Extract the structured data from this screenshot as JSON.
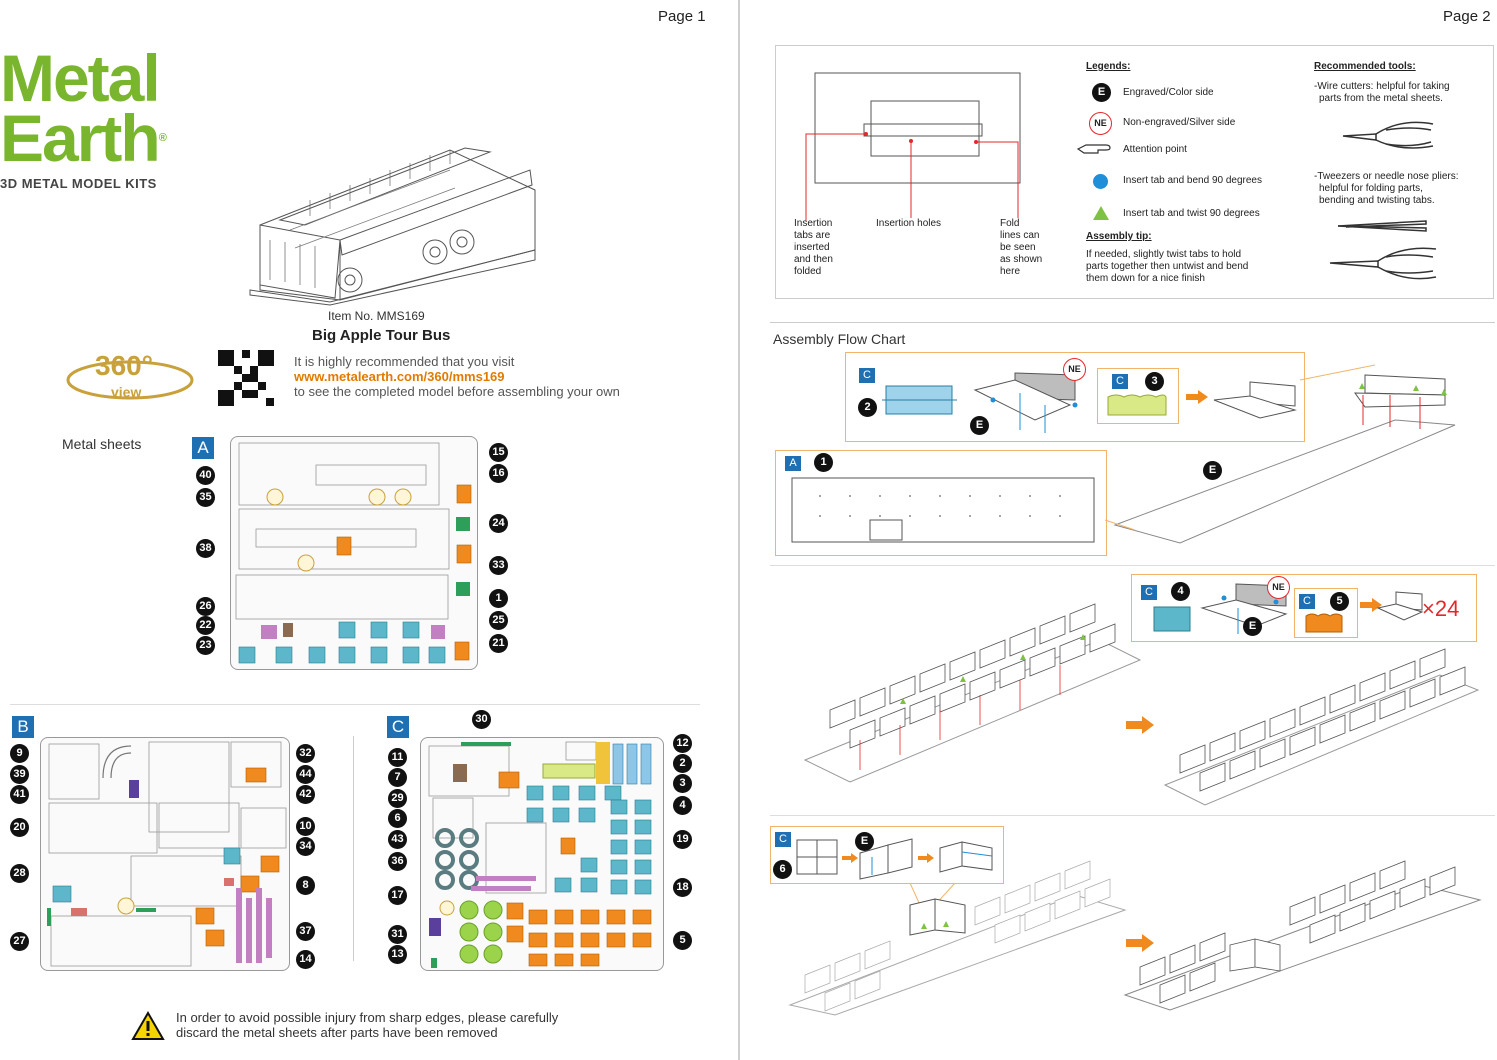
{
  "page1": {
    "page_label": "Page 1",
    "logo_line1": "Metal",
    "logo_line2": "Earth",
    "logo_reg": "®",
    "tagline": "3D METAL MODEL KITS",
    "item_no": "Item  No.  MMS169",
    "product_name": "Big Apple Tour Bus",
    "badge_360": "360°",
    "badge_view": "view",
    "recommend_line1": "It is highly recommended that you visit",
    "recommend_url": "www.metalearth.com/360/mms169",
    "recommend_line2": "to see the completed model before assembling your own",
    "metal_sheets_label": "Metal sheets",
    "sheet_a_label": "A",
    "sheet_b_label": "B",
    "sheet_c_label": "C",
    "sheet_a_numbers": [
      "40",
      "35",
      "38",
      "26",
      "22",
      "23",
      "15",
      "16",
      "24",
      "33",
      "1",
      "25",
      "21"
    ],
    "sheet_b_numbers": [
      "9",
      "39",
      "41",
      "20",
      "28",
      "27",
      "32",
      "44",
      "42",
      "10",
      "34",
      "8",
      "37",
      "14"
    ],
    "sheet_c_numbers": [
      "30",
      "11",
      "7",
      "29",
      "6",
      "43",
      "36",
      "17",
      "31",
      "13",
      "12",
      "2",
      "3",
      "4",
      "19",
      "18",
      "5"
    ],
    "warning_line1": "In order to avoid possible injury from sharp edges, please carefully",
    "warning_line2": "discard the metal sheets after parts have been removed"
  },
  "page2": {
    "page_label": "Page 2",
    "legend_title": "Legends:",
    "legend_e": "E",
    "legend_e_text": "Engraved/Color side",
    "legend_ne": "NE",
    "legend_ne_text": "Non-engraved/Silver side",
    "legend_attention": "Attention point",
    "legend_blue": "Insert tab and bend 90 degrees",
    "legend_green": "Insert tab and twist 90 degrees",
    "assembly_tip_title": "Assembly tip:",
    "assembly_tip_l1": "If needed, slightly twist tabs to hold",
    "assembly_tip_l2": "parts together then untwist and bend",
    "assembly_tip_l3": "them down for a nice finish",
    "tools_title": "Recommended tools:",
    "tool1_l1": "-Wire cutters: helpful for taking",
    "tool1_l2": "parts from the metal sheets.",
    "tool2_l1": "-Tweezers or needle nose pliers:",
    "tool2_l2": "helpful for folding parts,",
    "tool2_l3": "bending and twisting tabs.",
    "diag_tabs": [
      "Insertion",
      "tabs are",
      "inserted",
      "and then",
      "folded"
    ],
    "diag_holes": "Insertion holes",
    "diag_fold": [
      "Fold",
      "lines can",
      "be seen",
      "as shown",
      "here"
    ],
    "flow_title": "Assembly Flow Chart",
    "step1_c": "C",
    "step1_n2": "2",
    "step1_n3": "3",
    "step1_ne": "NE",
    "step1_e": "E",
    "step2_a": "A",
    "step2_n1": "1",
    "step2_e": "E",
    "step3_c": "C",
    "step3_n4": "4",
    "step3_n5": "5",
    "step3_ne": "NE",
    "step3_e": "E",
    "step3_mult": "×24",
    "step4_c": "C",
    "step4_n6": "6",
    "step4_e": "E"
  },
  "colors": {
    "brand_green": "#7ab52e",
    "url_orange": "#e07b00",
    "sheet_blue": "#1f6fb3",
    "part_cyan": "#5bb7c9",
    "part_orange": "#f08a1e",
    "part_purple": "#c27fc1",
    "part_green": "#2e9e5b",
    "mult_red": "#e4272b",
    "tab_blue": "#1e8fd8",
    "tab_green": "#7dc242"
  }
}
